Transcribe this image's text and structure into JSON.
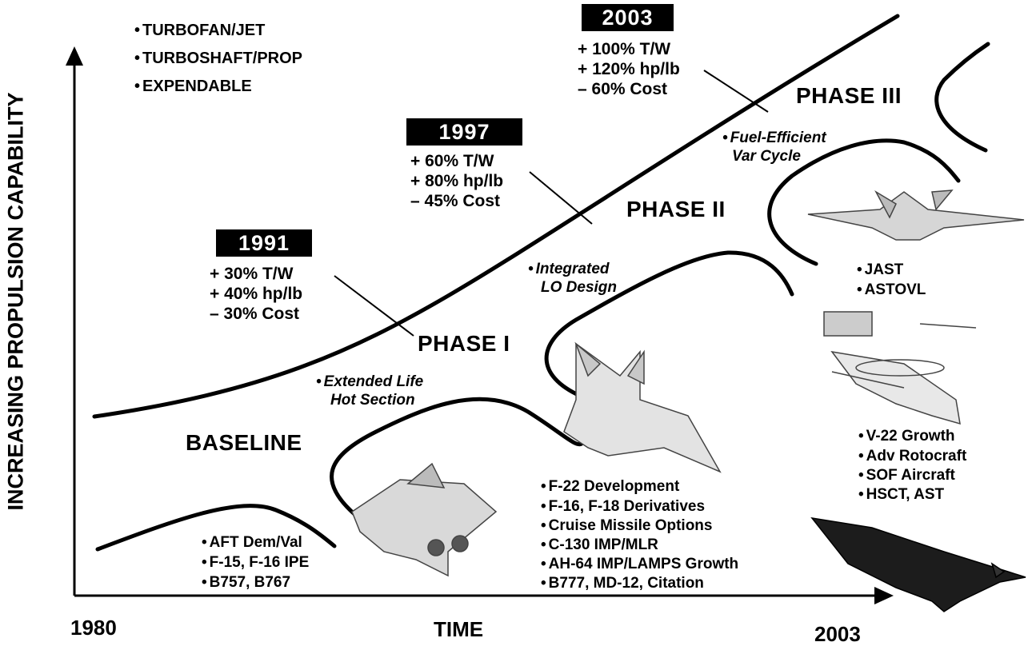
{
  "categories": [
    "TURBOFAN/JET",
    "TURBOSHAFT/PROP",
    "EXPENDABLE"
  ],
  "axes": {
    "y_label": "INCREASING PROPULSION CAPABILITY",
    "x_label": "TIME",
    "x_start": "1980",
    "x_end": "2003"
  },
  "phases": {
    "baseline": "BASELINE",
    "phase1": "PHASE I",
    "phase2": "PHASE II",
    "phase3": "PHASE III"
  },
  "goals": {
    "g1991": {
      "year": "1991",
      "tw": "+ 30% T/W",
      "hp": "+ 40% hp/lb",
      "cost": "–  30% Cost"
    },
    "g1997": {
      "year": "1997",
      "tw": "+ 60% T/W",
      "hp": "+ 80% hp/lb",
      "cost": "–  45% Cost"
    },
    "g2003": {
      "year": "2003",
      "tw": "+ 100% T/W",
      "hp": "+ 120% hp/lb",
      "cost": "–  60% Cost"
    }
  },
  "technologies": {
    "extended_life_1": "Extended Life",
    "extended_life_2": "Hot Section",
    "integrated_lo_1": "Integrated",
    "integrated_lo_2": "LO Design",
    "fuel_efficient_1": "Fuel-Efficient",
    "fuel_efficient_2": "Var Cycle"
  },
  "applications": {
    "baseline": [
      "AFT Dem/Val",
      "F-15, F-16 IPE",
      "B757, B767"
    ],
    "phase1": [
      "F-22 Development",
      "F-16, F-18 Derivatives",
      "Cruise Missile Options",
      "C-130 IMP/MLR",
      "AH-64 IMP/LAMPS Growth",
      "B777, MD-12, Citation"
    ],
    "phase2_top": [
      "JAST",
      "ASTOVL"
    ],
    "phase2_bottom": [
      "V-22 Growth",
      "Adv Rotocraft",
      "SOF Aircraft",
      "HSCT, AST"
    ]
  }
}
